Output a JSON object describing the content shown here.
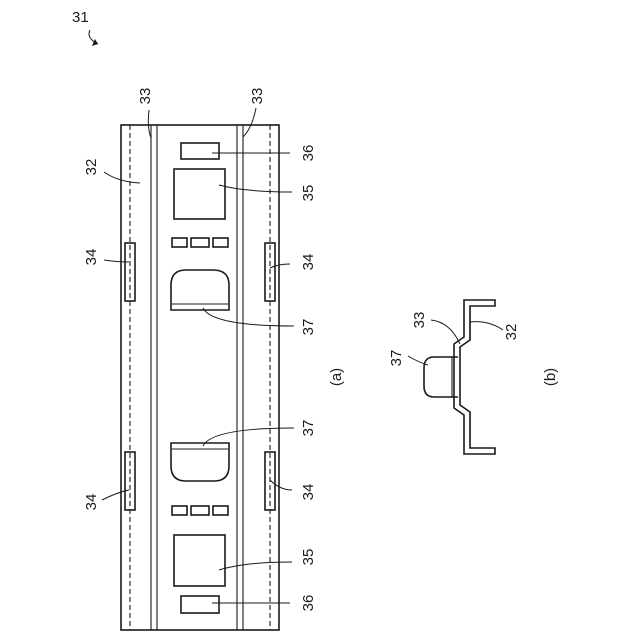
{
  "figure": {
    "number": "31",
    "view_a": "(a)",
    "view_b": "(b)",
    "labels": {
      "top_left_33": "33",
      "top_right_33": "33",
      "rail_32": "32",
      "hole_36_top": "36",
      "hole_35_top": "35",
      "slot_34_top_left": "34",
      "slot_34_top_right": "34",
      "tab_37_top": "37",
      "tab_37_bottom": "37",
      "slot_34_bottom_left": "34",
      "slot_34_bottom_right": "34",
      "hole_35_bottom": "35",
      "hole_36_bottom": "36",
      "b_33": "33",
      "b_32": "32",
      "b_37": "37"
    }
  }
}
